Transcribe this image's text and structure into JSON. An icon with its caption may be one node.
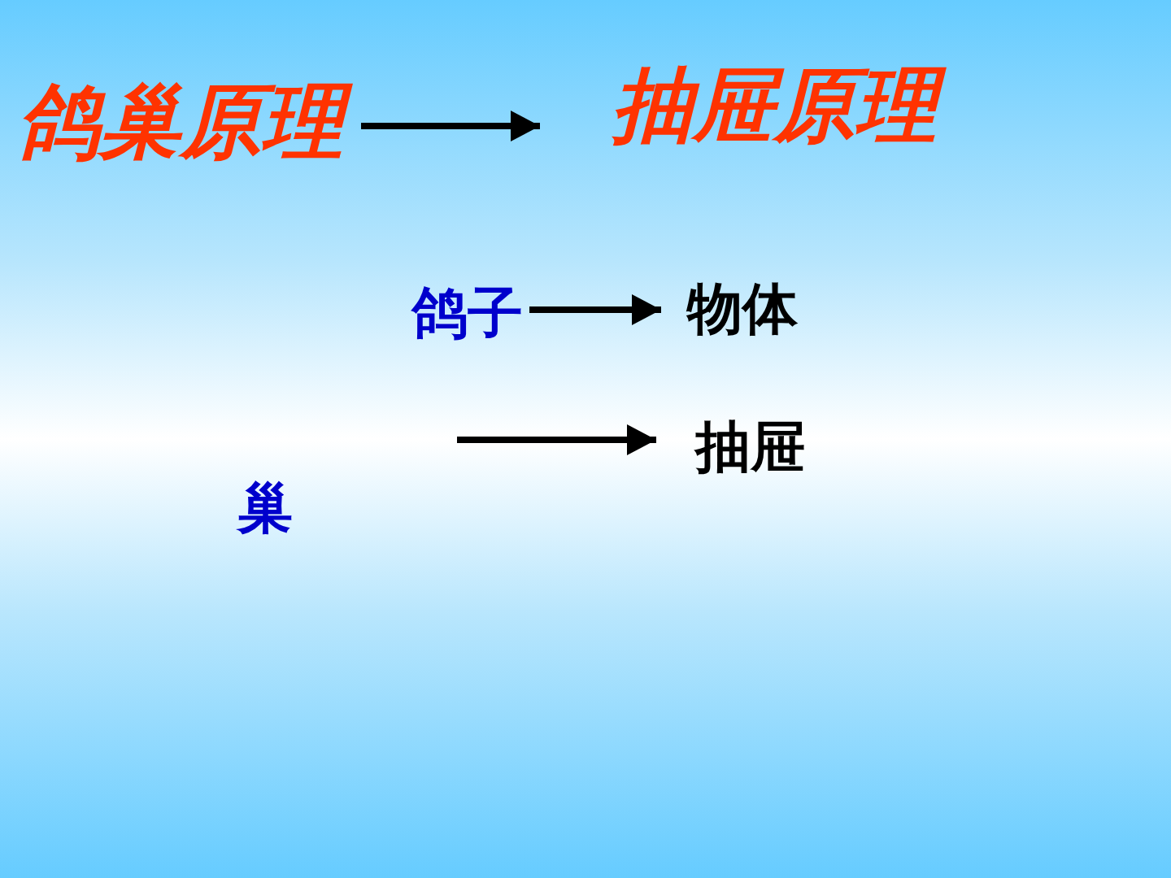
{
  "diagram": {
    "nodes": [
      {
        "text": [
          "鸽巢原理"
        ]
      },
      {
        "text": [
          "抽屉原理"
        ]
      },
      {
        "text": [
          "鸽子"
        ]
      },
      {
        "text": [
          "物体"
        ]
      },
      {
        "text": [
          "抽屉"
        ]
      },
      {
        "text": [
          "巢"
        ]
      }
    ],
    "edges": [
      {
        "from": 0,
        "to": 1,
        "arrow": "to"
      },
      {
        "from": 2,
        "to": 3,
        "arrow": "to"
      },
      {
        "from": null,
        "to": 4,
        "arrow": "to"
      }
    ]
  }
}
